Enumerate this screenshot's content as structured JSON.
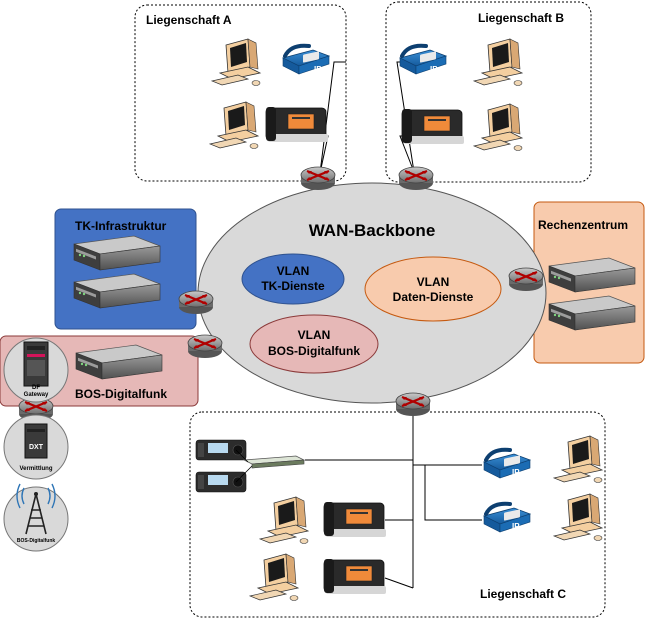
{
  "title": "WAN-Backbone",
  "sites": {
    "a": "Liegenschaft A",
    "b": "Liegenschaft B",
    "c": "Liegenschaft C"
  },
  "zones": {
    "tk": "TK-Infrastruktur",
    "rz": "Rechenzentrum",
    "bos": "BOS-Digitalfunk"
  },
  "vlans": {
    "tk_line1": "VLAN",
    "tk_line2": "TK-Dienste",
    "daten_line1": "VLAN",
    "daten_line2": "Daten-Dienste",
    "bos_line1": "VLAN",
    "bos_line2": "BOS-Digitalfunk"
  },
  "devices": {
    "ip_label": "IP",
    "df_gateway_line1": "DF",
    "df_gateway_line2": "Gateway",
    "dxt_label": "DXT",
    "vermittlung": "Vermittlung",
    "bos_antenna": "BOS-Digitalfunk"
  },
  "colors": {
    "backbone": "#d9d9d9",
    "tk_zone": "#4472c4",
    "rz_zone": "#f8cbad",
    "bos_zone": "#e6b8b7",
    "vlan_tk": "#4472c4",
    "vlan_daten": "#f8cbad",
    "vlan_bos": "#e6b8b7",
    "ip_phone": "#1f6fb5"
  }
}
